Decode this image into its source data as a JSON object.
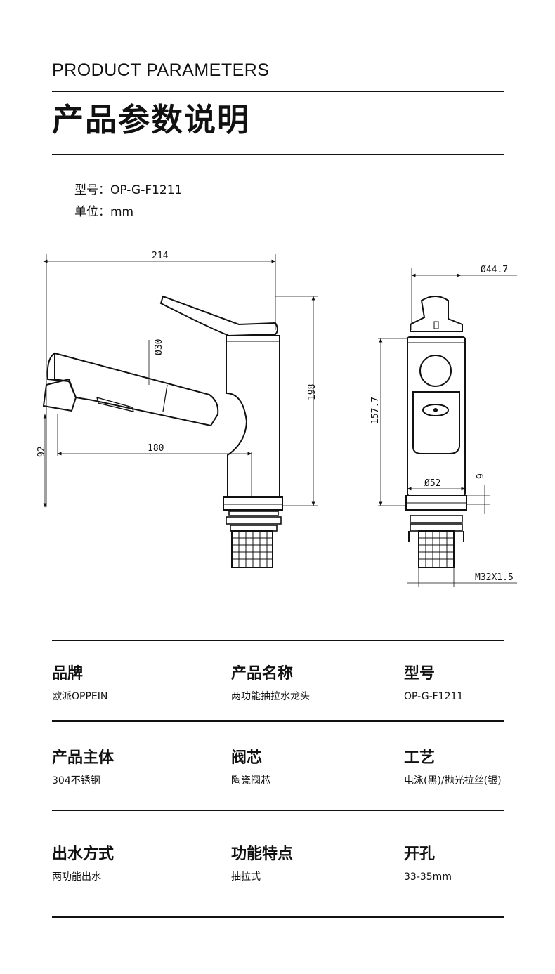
{
  "header": {
    "en_title": "PRODUCT PARAMETERS",
    "cn_title": "产品参数说明"
  },
  "meta": {
    "model": "型号：OP-G-F1211",
    "unit": "单位：mm"
  },
  "drawing": {
    "side_view": {
      "width_214": "214",
      "diameter_30": "Ø30",
      "reach_180": "180",
      "height_92": "92",
      "height_198": "198"
    },
    "front_view": {
      "diameter_44_7": "Ø44.7",
      "height_157_7": "157.7",
      "base_52": "Ø52",
      "base_9": "9",
      "thread": "M32X1.5"
    }
  },
  "specs": [
    {
      "label": "品牌",
      "value": "欧派OPPEIN"
    },
    {
      "label": "产品名称",
      "value": "两功能抽拉水龙头"
    },
    {
      "label": "型号",
      "value": "OP-G-F1211"
    },
    {
      "label": "产品主体",
      "value": "304不锈钢"
    },
    {
      "label": "阀芯",
      "value": "陶瓷阀芯"
    },
    {
      "label": "工艺",
      "value": "电泳(黑)/抛光拉丝(银)"
    },
    {
      "label": "出水方式",
      "value": "两功能出水"
    },
    {
      "label": "功能特点",
      "value": "抽拉式"
    },
    {
      "label": "开孔",
      "value": "33-35mm"
    }
  ]
}
